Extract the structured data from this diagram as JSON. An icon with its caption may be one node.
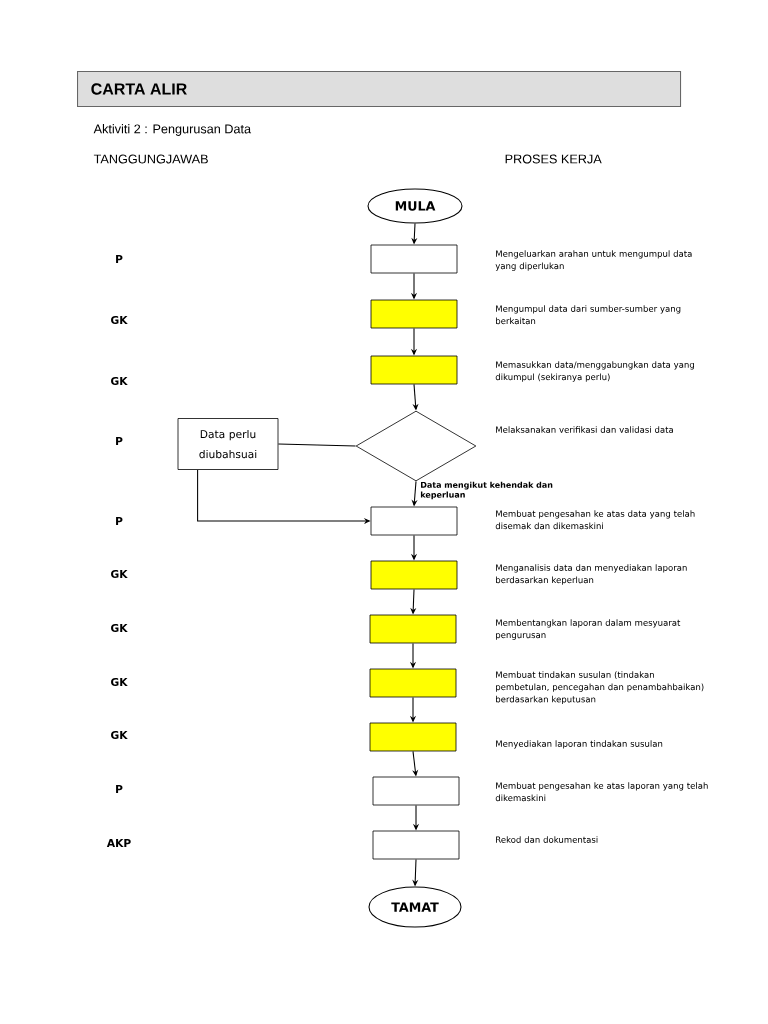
{
  "diagram": {
    "title": "CARTA ALIR",
    "nodes": [
      {
        "text": [
          "MULA"
        ]
      },
      {
        "text": [],
        "shape": "box"
      },
      {
        "text": [],
        "shape": "box"
      },
      {
        "text": [],
        "shape": "box"
      },
      {
        "text": [],
        "shape": "diamond"
      },
      {
        "text": [
          "Data perlu diubahsuai"
        ]
      },
      {
        "text": [],
        "shape": "box"
      },
      {
        "text": [],
        "shape": "box"
      },
      {
        "text": [],
        "shape": "box"
      },
      {
        "text": [],
        "shape": "box"
      },
      {
        "text": [],
        "shape": "box"
      },
      {
        "text": [],
        "shape": "box"
      },
      {
        "text": [],
        "shape": "box"
      },
      {
        "text": [
          "TAMAT"
        ]
      }
    ],
    "edges": [
      {
        "from": 0,
        "to": 1,
        "arrow": "to"
      },
      {
        "from": 1,
        "to": 2,
        "arrow": "to"
      },
      {
        "from": 2,
        "to": 3,
        "arrow": "to"
      },
      {
        "from": 3,
        "to": 4,
        "arrow": "to"
      },
      {
        "from": 4,
        "to": 5,
        "arrow": "none"
      },
      {
        "from": 5,
        "to": 6,
        "arrow": "to"
      },
      {
        "from": 4,
        "to": 6,
        "arrow": "to",
        "label": "Data mengikut kehendak dan keperluan"
      },
      {
        "from": 6,
        "to": 7,
        "arrow": "to"
      },
      {
        "from": 7,
        "to": 8,
        "arrow": "to"
      },
      {
        "from": 8,
        "to": 9,
        "arrow": "to"
      },
      {
        "from": 9,
        "to": 10,
        "arrow": "to"
      },
      {
        "from": 10,
        "to": 11,
        "arrow": "to"
      },
      {
        "from": 11,
        "to": 12,
        "arrow": "to"
      },
      {
        "from": 12,
        "to": 13,
        "arrow": "to"
      }
    ],
    "labels": [
      "Aktiviti 2 :  Pengurusan Data",
      "TANGGUNGJAWAB",
      "PROSES KERJA",
      "P",
      "Mengeluarkan arahan untuk mengumpul data yang diperlukan",
      "GK",
      "Mengumpul data dari sumber-sumber yang berkaitan",
      "GK",
      "Memasukkan data/menggabungkan data yang dikumpul (sekiranya perlu)",
      "P",
      "Melaksanakan verifikasi dan validasi data",
      "P",
      "Membuat pengesahan ke atas data yang telah disemak dan dikemaskini",
      "GK",
      "Menganalisis  data dan menyediakan laporan berdasarkan keperluan",
      "GK",
      "Membentangkan laporan dalam mesyuarat pengurusan",
      "GK",
      "Membuat tindakan susulan (tindakan pembetulan, pencegahan dan penambahbaikan)  berdasarkan keputusan",
      "GK",
      "Menyediakan laporan tindakan susulan",
      "P",
      "Membuat pengesahan ke atas laporan yang telah dikemaskini",
      "AKP",
      "Rekod dan dokumentasi"
    ]
  }
}
